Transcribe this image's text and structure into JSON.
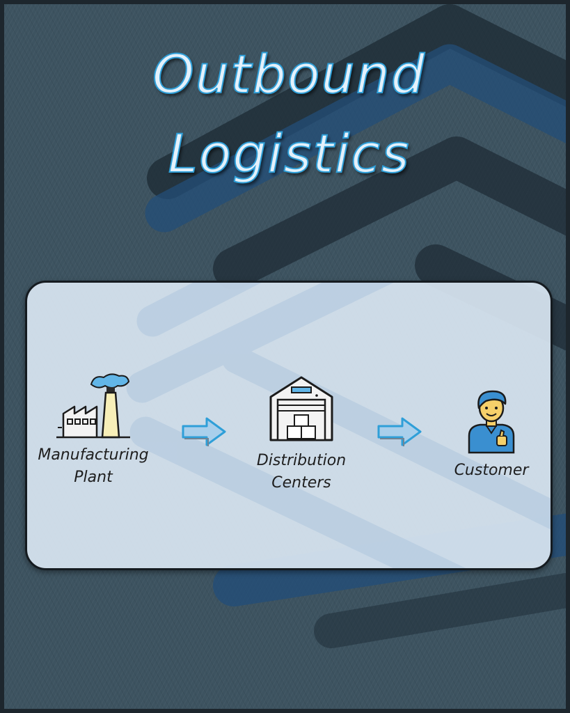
{
  "title": {
    "line1": "Outbound",
    "line2": "Logistics"
  },
  "flow": {
    "steps": [
      {
        "line1": "Manufacturing",
        "line2": "Plant",
        "icon": "factory-icon"
      },
      {
        "line1": "Distribution",
        "line2": "Centers",
        "icon": "warehouse-icon"
      },
      {
        "line1": "Customer",
        "line2": "",
        "icon": "customer-icon"
      }
    ],
    "connector_icon": "arrow-right-icon"
  },
  "colors": {
    "background": "#3d5360",
    "accent": "#2f9fd8",
    "panel": "#d8e5f1"
  }
}
